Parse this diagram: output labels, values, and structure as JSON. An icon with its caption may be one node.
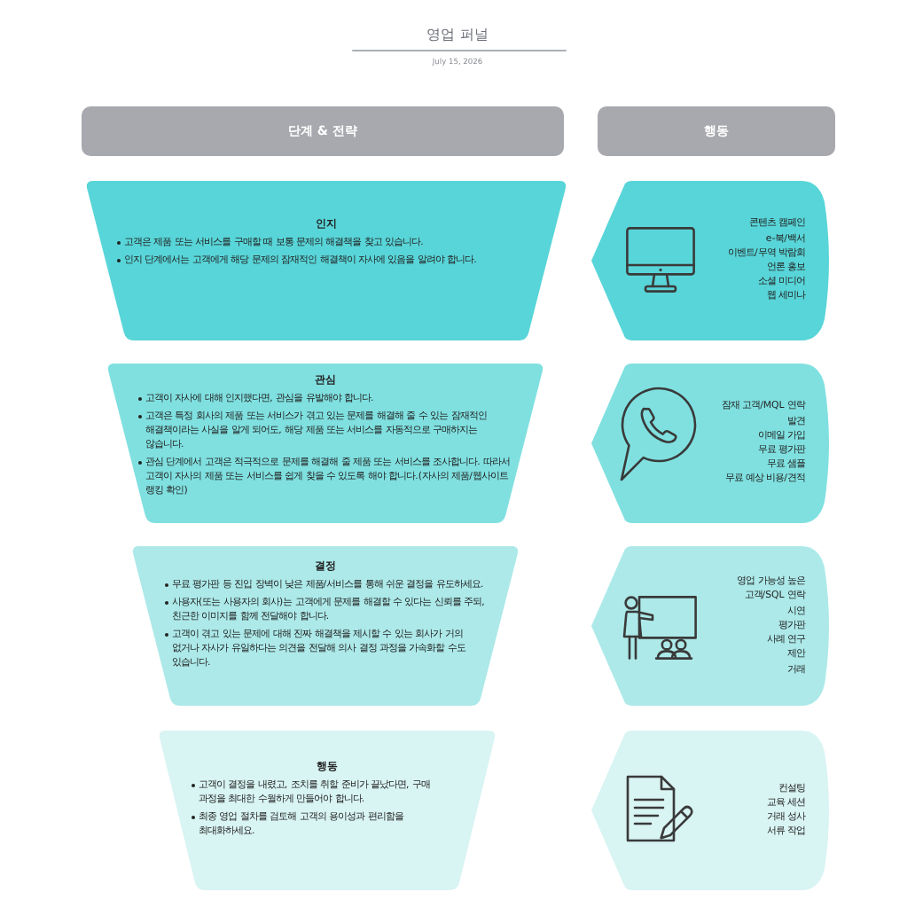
{
  "diagram": {
    "title": "영업 퍼널",
    "nodes": [
      {
        "text": [
          "단계 & 전략"
        ]
      },
      {
        "text": [
          "행동"
        ]
      },
      {
        "text": [
          "인지",
          "고객은 제품 또는 서비스를 구매할 때 보통 문제의 해결책을 찾고 있습니다.",
          "인지 단계에서는 고객에게 해당 문제의 잠재적인 해결책이 자사에 있음을 알려야 합니다."
        ]
      },
      {
        "text": [
          "콘텐츠 캠페인",
          "e-북/백서",
          "이벤트/무역 박람회",
          "언론 홍보",
          "소셜 미디어",
          "웹 세미나"
        ]
      },
      {
        "text": [
          "관심",
          "고객이 자사에 대해 인지했다면, 관심을 유발해야 합니다.",
          "고객은 특정 회사의 제품 또는 서비스가 겪고 있는 문제를 해결해 줄 수 있는 잠재적인 해결책이라는 사실을 알게 되어도, 해당 제품 또는 서비스를 자동적으로 구매하지는 않습니다.",
          "관심 단계에서 고객은 적극적으로 문제를 해결해 줄 제품 또는 서비스를 조사합니다. 따라서 고객이 자사의 제품 또는 서비스를 쉽게 찾을 수 있도록 해야 합니다.(자사의 제품/웹사이트 랭킹 확인)"
        ]
      },
      {
        "text": [
          "잠재 고객/MQL 연락",
          "발견",
          "이메일 가입",
          "무료 평가판",
          "무료 샘플",
          "무료 예상 비용/견적"
        ]
      },
      {
        "text": [
          "결정",
          "무료 평가판 등 진입 장벽이 낮은 제품/서비스를 통해 쉬운 결정을 유도하세요.",
          "사용자(또는 사용자의 회사)는 고객에게 문제를 해결할 수 있다는 신뢰를 주되, 친근한 이미지를 함께 전달해야 합니다.",
          "고객이 겪고 있는 문제에 대해 진짜 해결책을 제시할 수 있는 회사가 거의 없거나 자사가 유일하다는 의견을 전달해 의사 결정 과정을 가속화할 수도 있습니다."
        ]
      },
      {
        "text": [
          "영업 가능성 높은 고객/SQL 연락",
          "시연",
          "평가판",
          "사례 연구",
          "제안",
          "거래"
        ]
      },
      {
        "text": [
          "행동",
          "고객이 결정을 내렸고, 조치를 취할 준비가 끝났다면, 구매 과정을 최대한 수월하게 만들어야 합니다.",
          "최종 영업 절차를 검토해 고객의 용이성과 편리함을 최대화하세요."
        ]
      },
      {
        "text": [
          "컨설팅",
          "교육 세션",
          "거래 성사",
          "서류 작업"
        ]
      }
    ],
    "labels": [
      "July 15, 2026"
    ]
  }
}
